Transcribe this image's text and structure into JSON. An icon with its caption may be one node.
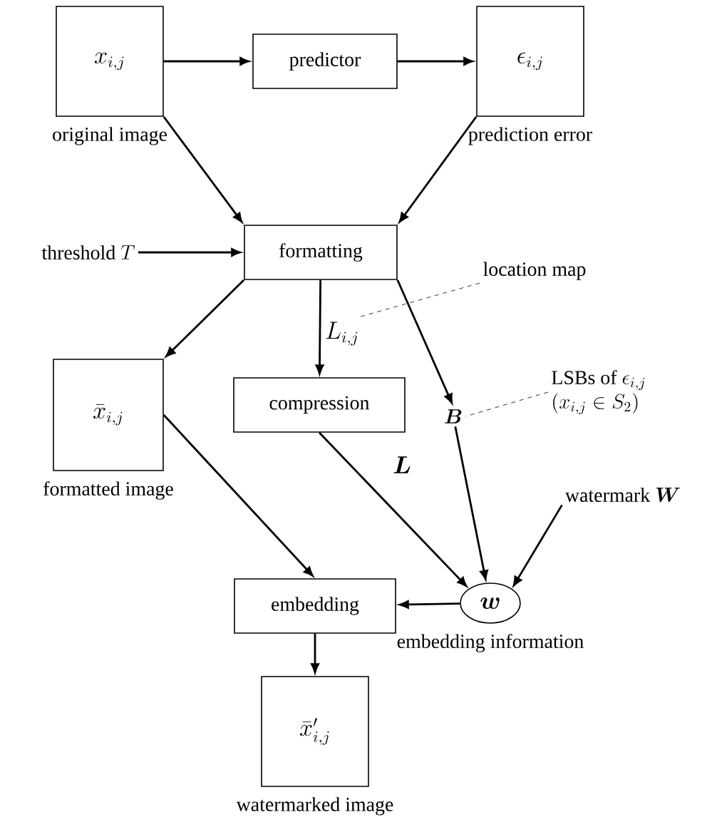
{
  "diagram": {
    "nodes": [
      {
        "text": [
          "x_{i,j}"
        ],
        "beside": [
          "original image"
        ]
      },
      {
        "text": [
          "predictor"
        ]
      },
      {
        "text": [
          "\\epsilon_{i,j}"
        ],
        "beside": [
          "prediction error"
        ]
      },
      {
        "text": [
          "threshold",
          "T"
        ]
      },
      {
        "text": [
          "formatting"
        ]
      },
      {
        "text": [
          "\\bar{x}_{i,j}"
        ],
        "beside": [
          "formatted image"
        ]
      },
      {
        "text": [
          "compression"
        ]
      },
      {
        "text": [
          "\\boldsymbol{B}"
        ]
      },
      {
        "text": [
          "embedding"
        ]
      },
      {
        "text": [
          "\\boldsymbol{w}"
        ],
        "beside": [
          "embedding information"
        ]
      },
      {
        "text": [
          "watermark",
          "\\boldsymbol{W}"
        ]
      },
      {
        "text": [
          "\\bar{x}'_{i,j}"
        ],
        "beside": [
          "watermarked image"
        ]
      },
      {
        "text": [
          "location map"
        ]
      },
      {
        "text": [
          "LSBs of",
          "\\epsilon_{i,j}",
          "(x_{i,j} \\in S_2)"
        ]
      }
    ],
    "edges": [
      {
        "from": 0,
        "to": 1,
        "arrow": "to"
      },
      {
        "from": 1,
        "to": 2,
        "arrow": "to"
      },
      {
        "from": 0,
        "to": 4,
        "arrow": "to"
      },
      {
        "from": 2,
        "to": 4,
        "arrow": "to"
      },
      {
        "from": 3,
        "to": 4,
        "arrow": "to"
      },
      {
        "from": 4,
        "to": 5,
        "arrow": "to"
      },
      {
        "from": 4,
        "to": 6,
        "arrow": "to",
        "label": "L_{i,j}"
      },
      {
        "from": 4,
        "to": 7,
        "arrow": "to"
      },
      {
        "from": 5,
        "to": 8,
        "arrow": "to"
      },
      {
        "from": 6,
        "to": 9,
        "arrow": "to",
        "label": "\\boldsymbol{L}"
      },
      {
        "from": 7,
        "to": 9,
        "arrow": "to"
      },
      {
        "from": 10,
        "to": 9,
        "arrow": "to"
      },
      {
        "from": 9,
        "to": 8,
        "arrow": "to"
      },
      {
        "from": 8,
        "to": 11,
        "arrow": "to"
      },
      {
        "from": 12,
        "to": null,
        "arrow": "none",
        "style": "dashed"
      },
      {
        "from": 13,
        "to": 7,
        "arrow": "none",
        "style": "dashed"
      }
    ]
  }
}
